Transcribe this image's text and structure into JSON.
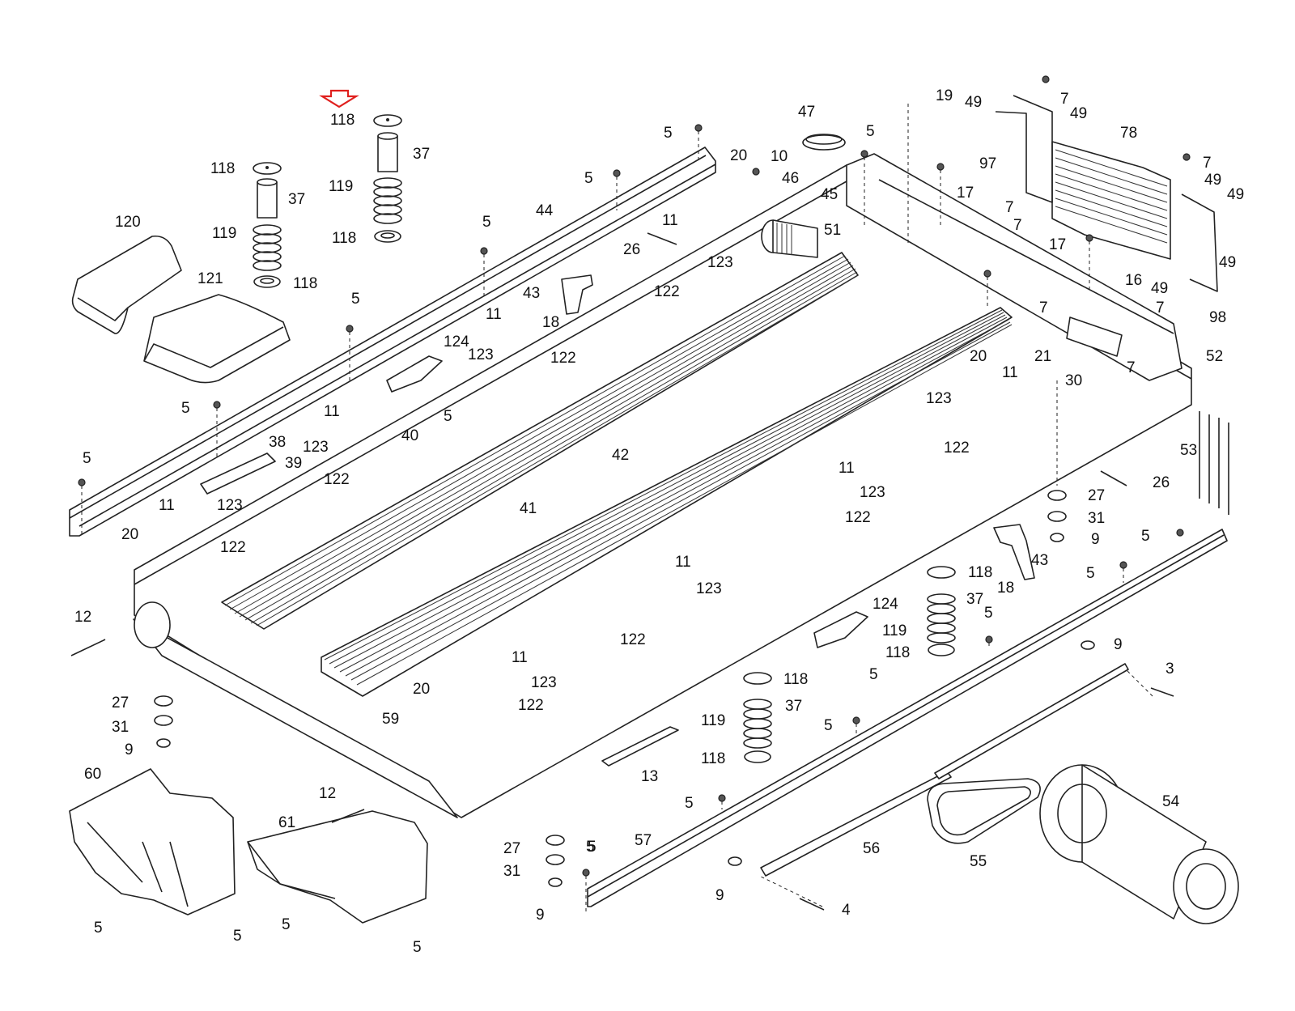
{
  "highlight": {
    "color": "#e0201e",
    "arrow_icon": "down-arrow-icon"
  },
  "part_labels": [
    "118",
    "37",
    "119",
    "118",
    "118",
    "37",
    "119",
    "118",
    "120",
    "121",
    "5",
    "5",
    "5",
    "5",
    "5",
    "5",
    "44",
    "43",
    "18",
    "11",
    "123",
    "122",
    "124",
    "5",
    "11",
    "123",
    "122",
    "38",
    "39",
    "40",
    "11",
    "123",
    "122",
    "20",
    "12",
    "27",
    "31",
    "9",
    "60",
    "5",
    "5",
    "12",
    "61",
    "5",
    "5",
    "59",
    "20",
    "11",
    "123",
    "122",
    "13",
    "41",
    "42",
    "26",
    "11",
    "123",
    "122",
    "20",
    "10",
    "46",
    "45",
    "51",
    "47",
    "5",
    "19",
    "17",
    "97",
    "49",
    "7",
    "49",
    "78",
    "7",
    "49",
    "49",
    "7",
    "7",
    "49",
    "17",
    "16",
    "49",
    "7",
    "98",
    "7",
    "52",
    "20",
    "21",
    "11",
    "30",
    "7",
    "123",
    "122",
    "53",
    "26",
    "27",
    "31",
    "9",
    "11",
    "123",
    "122",
    "43",
    "18",
    "5",
    "5",
    "11",
    "123",
    "122",
    "118",
    "37",
    "119",
    "118",
    "124",
    "5",
    "5",
    "9",
    "3",
    "5",
    "118",
    "37",
    "119",
    "118",
    "5",
    "5",
    "57",
    "56",
    "55",
    "54",
    "9",
    "4",
    "27",
    "31",
    "9",
    "5"
  ]
}
